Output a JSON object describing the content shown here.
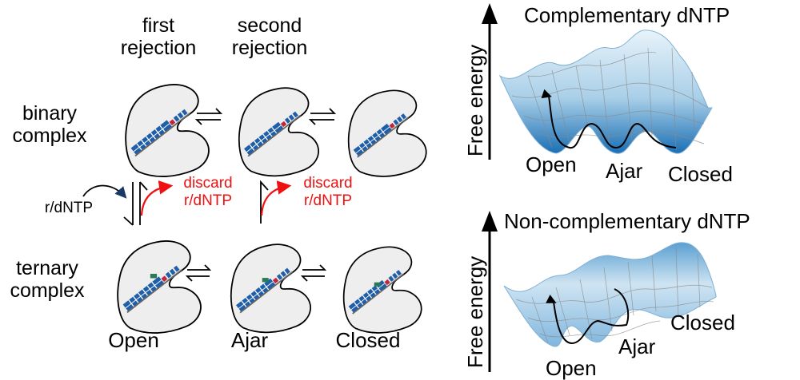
{
  "left_panel": {
    "column_headers": [
      {
        "line1": "first",
        "line2": "rejection"
      },
      {
        "line1": "second",
        "line2": "rejection"
      }
    ],
    "row_labels": [
      {
        "line1": "binary",
        "line2": "complex"
      },
      {
        "line1": "ternary",
        "line2": "complex"
      }
    ],
    "state_labels": [
      "Open",
      "Ajar",
      "Closed"
    ],
    "substrate_label": "r/dNTP",
    "discard_labels": [
      {
        "line1": "discard",
        "line2": "r/dNTP"
      },
      {
        "line1": "discard",
        "line2": "r/dNTP"
      }
    ],
    "colors": {
      "protein_fill": "#eeeeee",
      "dna_blue": "#1f5ea8",
      "mismatch_red": "#c0283a",
      "nucleotide_green": "#2a7a55",
      "discard_red": "#ee1111"
    }
  },
  "right_panel": {
    "top": {
      "title": "Complementary dNTP",
      "axis_label": "Free energy",
      "state_labels": [
        "Open",
        "Ajar",
        "Closed"
      ]
    },
    "bottom": {
      "title": "Non-complementary dNTP",
      "axis_label": "Free energy",
      "state_labels": [
        "Open",
        "Ajar",
        "Closed"
      ]
    },
    "colors": {
      "surface_dark": "#1a6fb5",
      "surface_light": "#e8f3fa",
      "grid": "#8a8a8a"
    }
  }
}
